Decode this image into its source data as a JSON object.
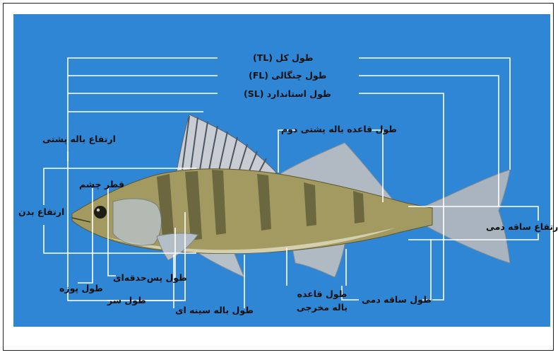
{
  "colors": {
    "background": "#2f86d4",
    "line": "#ffffff",
    "text": "#111111",
    "fish_body": "#a39a62",
    "fin": "#9aa7b4"
  },
  "labels": {
    "total_length": "طول کل (TL)",
    "fork_length": "طول چنگالی (FL)",
    "standard_length": "طول استاندارد (SL)",
    "dorsal_fin_height": "ارتفاع باله پشتی",
    "second_dorsal_base": "طول قاعده باله پشتی دوم",
    "eye_diameter": "قطر چشم",
    "body_depth": "ارتفاع بدن",
    "caudal_peduncle_depth": "ارتفاع ساقه دمی",
    "postorbital_length": "طول پس‌حدقه‌ای",
    "snout_length": "طول پوزه",
    "head_length": "طول سر",
    "pectoral_fin_length": "طول باله سینه ای",
    "anal_fin_base_line1": "طول قاعده",
    "anal_fin_base_line2": "باله مخرجی",
    "caudal_peduncle_length": "طول ساقه دمی"
  }
}
